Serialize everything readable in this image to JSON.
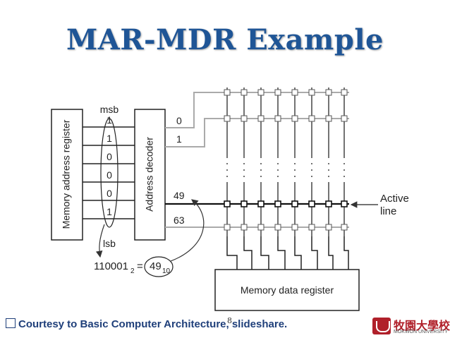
{
  "title": "MAR-MDR Example",
  "diagram": {
    "mar_label": "Memory address register",
    "decoder_label": "Address decoder",
    "msb_label": "msb",
    "lsb_label": "lsb",
    "bits": [
      "1",
      "1",
      "0",
      "0",
      "0",
      "1"
    ],
    "line_labels": [
      "0",
      "1",
      "49",
      "63"
    ],
    "active_label_line1": "Active",
    "active_label_line2": "line",
    "mdr_label": "Memory data register",
    "conversion": {
      "binary": "110001",
      "binary_base": "2",
      "equals": "=",
      "decimal": "49",
      "decimal_base": "10"
    }
  },
  "footer": {
    "text": "Courtesy to Basic Computer Architecture, slideshare."
  },
  "page_number": "8",
  "logo": {
    "cjk": "牧園大學校",
    "latin": "MOKWON UNIVERSITY"
  },
  "colors": {
    "title": "#1f5596",
    "footer": "#1f3f7a",
    "logo": "#b0202a",
    "grey_lines": "#aaaaaa"
  }
}
